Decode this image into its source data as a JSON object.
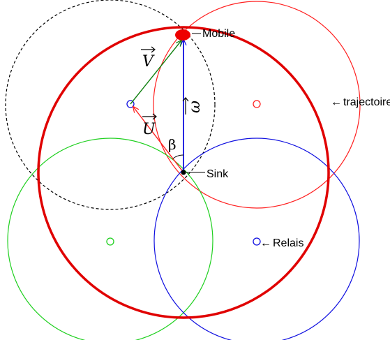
{
  "labels": {
    "mobile": "Mobile",
    "sink": "Sink",
    "relais": "Relais",
    "trajectoire": "trajectoire",
    "arrow_left": "←",
    "vec_v": "V",
    "vec_u": "U",
    "vec_w": "ω",
    "angle_beta": "β"
  },
  "colors": {
    "trajectory": "#e00000",
    "relay_top_left": "#000000",
    "relay_top_right": "#ff2020",
    "relay_bottom_left": "#20d020",
    "relay_bottom_right": "#1010e0",
    "vector_v": "#108010",
    "vector_u": "#ff2020",
    "vector_w": "#1010e0",
    "mobile_fill": "#ee0000",
    "sink_fill": "#000000"
  }
}
